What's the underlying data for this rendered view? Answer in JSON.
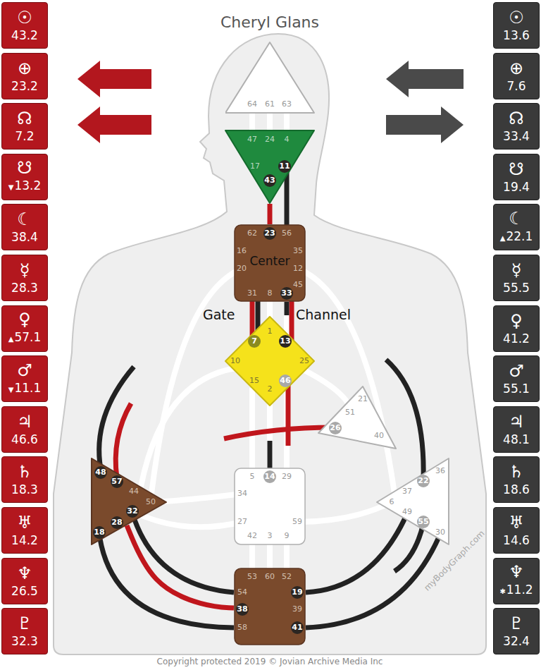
{
  "diagram": {
    "title": "Cheryl Glans",
    "nodes": [
      {
        "text": [
          "☉",
          "43.2"
        ]
      },
      {
        "text": [
          "⊕",
          "23.2"
        ]
      },
      {
        "text": [
          "☊",
          "7.2"
        ]
      },
      {
        "text": [
          "☋",
          "▼",
          "13.2"
        ]
      },
      {
        "text": [
          "☾",
          "38.4"
        ]
      },
      {
        "text": [
          "☿",
          "28.3"
        ]
      },
      {
        "text": [
          "♀",
          "▲",
          "57.1"
        ]
      },
      {
        "text": [
          "♂",
          "▼",
          "11.1"
        ]
      },
      {
        "text": [
          "♃",
          "46.6"
        ]
      },
      {
        "text": [
          "♄",
          "18.3"
        ]
      },
      {
        "text": [
          "♅",
          "14.2"
        ]
      },
      {
        "text": [
          "♆",
          "26.5"
        ]
      },
      {
        "text": [
          "♇",
          "32.3"
        ]
      },
      {
        "text": [
          "☉",
          "13.6"
        ]
      },
      {
        "text": [
          "⊕",
          "7.6"
        ]
      },
      {
        "text": [
          "☊",
          "33.4"
        ]
      },
      {
        "text": [
          "☋",
          "19.4"
        ]
      },
      {
        "text": [
          "☾",
          "▲",
          "22.1"
        ]
      },
      {
        "text": [
          "☿",
          "55.5"
        ]
      },
      {
        "text": [
          "♀",
          "41.2"
        ]
      },
      {
        "text": [
          "♂",
          "55.1"
        ]
      },
      {
        "text": [
          "♃",
          "48.1"
        ]
      },
      {
        "text": [
          "♄",
          "18.6"
        ]
      },
      {
        "text": [
          "♅",
          "14.6"
        ]
      },
      {
        "text": [
          "♆",
          "✱",
          "11.2"
        ]
      },
      {
        "text": [
          "♇",
          "32.4"
        ]
      },
      {
        "text": [
          "64",
          "61",
          "63"
        ]
      },
      {
        "text": [
          "47",
          "24",
          "4",
          "17",
          "11",
          "43"
        ]
      },
      {
        "text": [
          "62",
          "23",
          "56",
          "16",
          "35",
          "20",
          "12",
          "45",
          "31",
          "8",
          "33"
        ]
      },
      {
        "text": [
          "1",
          "7",
          "13",
          "10",
          "25",
          "15",
          "46",
          "2"
        ]
      },
      {
        "text": [
          "21",
          "51",
          "26",
          "40"
        ]
      },
      {
        "text": [
          "48",
          "57",
          "44",
          "50",
          "32",
          "28",
          "18"
        ]
      },
      {
        "text": [
          "5",
          "14",
          "29",
          "34",
          "27",
          "59",
          "42",
          "3",
          "9"
        ]
      },
      {
        "text": [
          "36",
          "22",
          "37",
          "6",
          "49",
          "55",
          "30"
        ]
      },
      {
        "text": [
          "53",
          "60",
          "52",
          "54",
          "19",
          "38",
          "39",
          "58",
          "41"
        ]
      }
    ],
    "edges": [
      {
        "from": 27,
        "to": 28,
        "arrow": "none"
      },
      {
        "from": 29,
        "to": 28,
        "arrow": "none"
      },
      {
        "from": 31,
        "to": 34,
        "arrow": "none"
      }
    ],
    "labels": [
      "Center",
      "Gate",
      "Channel",
      "myBodyGraph.com",
      "Copyright protected 2019 © Jovian Archive Media Inc"
    ]
  }
}
